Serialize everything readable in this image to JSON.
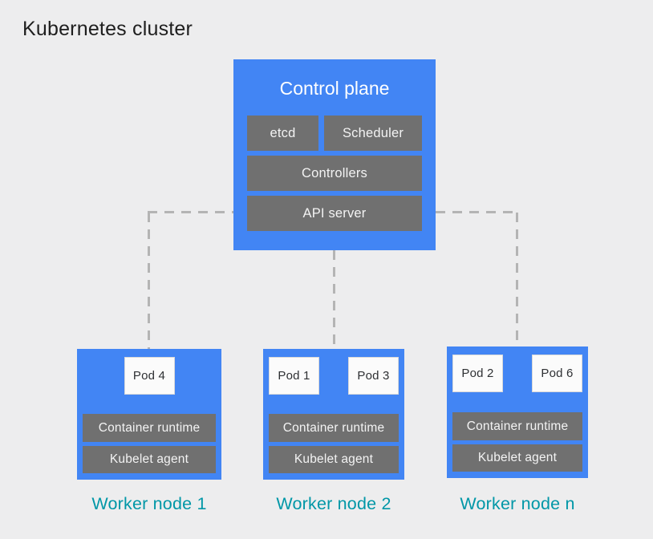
{
  "title": "Kubernetes cluster",
  "colors": {
    "node_blue": "#4285f4",
    "component_gray": "#707070",
    "pod_white": "#fbfbfb",
    "label_teal": "#0097a7",
    "dash_gray": "#b4b4b4",
    "background": "#ededee"
  },
  "control_plane": {
    "title": "Control plane",
    "etcd": "etcd",
    "scheduler": "Scheduler",
    "controllers": "Controllers",
    "api_server": "API server"
  },
  "worker_nodes": [
    {
      "label": "Worker node 1",
      "pods": [
        "Pod 4"
      ],
      "container_runtime": "Container runtime",
      "kubelet": "Kubelet agent"
    },
    {
      "label": "Worker node 2",
      "pods": [
        "Pod 1",
        "Pod 3"
      ],
      "container_runtime": "Container runtime",
      "kubelet": "Kubelet agent"
    },
    {
      "label": "Worker node n",
      "pods": [
        "Pod 2",
        "Pod 6"
      ],
      "container_runtime": "Container runtime",
      "kubelet": "Kubelet agent"
    }
  ]
}
